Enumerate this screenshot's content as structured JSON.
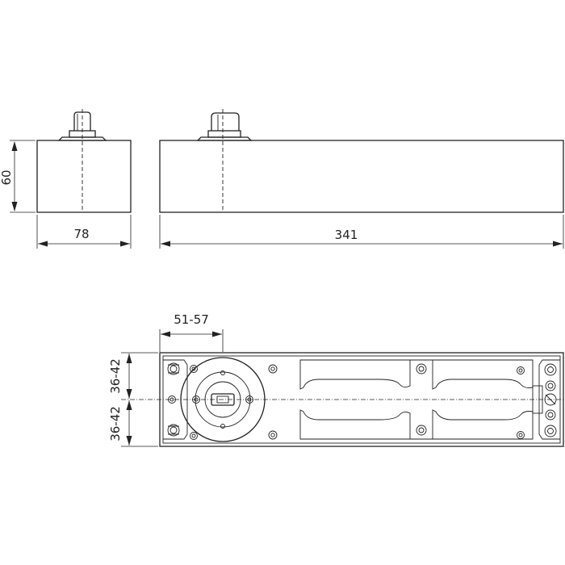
{
  "dimensions": {
    "height_side": "60",
    "width_side": "78",
    "length_front": "341",
    "spindle_offset": "51-57",
    "half_width_top": "36-42",
    "half_width_bottom": "36-42"
  }
}
